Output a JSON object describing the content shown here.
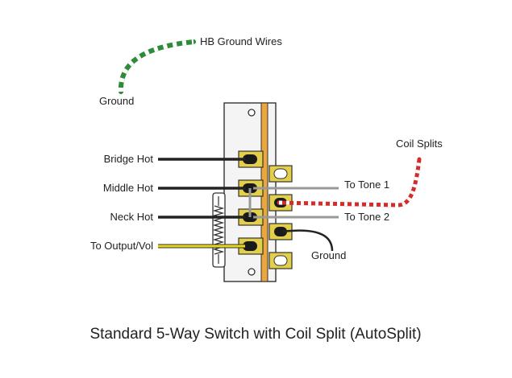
{
  "labels": {
    "hb_ground_wires": "HB Ground Wires",
    "ground_top": "Ground",
    "coil_splits": "Coil Splits",
    "bridge_hot": "Bridge Hot",
    "middle_hot": "Middle Hot",
    "neck_hot": "Neck Hot",
    "to_output_vol": "To Output/Vol",
    "to_tone_1": "To Tone 1",
    "to_tone_2": "To Tone 2",
    "ground_bottom": "Ground"
  },
  "caption": "Standard 5-Way Switch with Coil Split (AutoSplit)",
  "colors": {
    "switch_body": "#f4f4f4",
    "outline": "#333333",
    "orange_strip": "#e9a73d",
    "lug_fill": "#e3cf4a",
    "contact_dark": "#1a1a1a",
    "wire_black": "#222222",
    "wire_gray": "#999999",
    "wire_yellow": "#e8d81a",
    "wire_red": "#d42b2b",
    "wire_green": "#2e8b3a"
  },
  "icons": {
    "spring": "coil-spring-icon",
    "contact": "solder-lug-icon"
  }
}
